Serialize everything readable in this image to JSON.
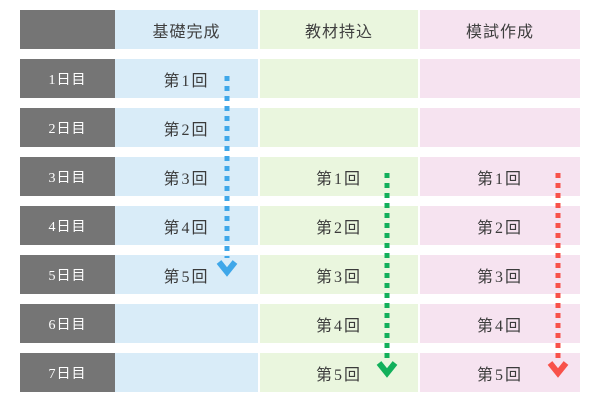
{
  "table": {
    "corner": "",
    "columns": [
      {
        "label": "基礎完成"
      },
      {
        "label": "教材持込"
      },
      {
        "label": "模試作成"
      }
    ],
    "rows": [
      {
        "label": "1日目",
        "cells": [
          "第1回",
          "",
          ""
        ]
      },
      {
        "label": "2日目",
        "cells": [
          "第2回",
          "",
          ""
        ]
      },
      {
        "label": "3日目",
        "cells": [
          "第3回",
          "第1回",
          "第1回"
        ]
      },
      {
        "label": "4日目",
        "cells": [
          "第4回",
          "第2回",
          "第2回"
        ]
      },
      {
        "label": "5日目",
        "cells": [
          "第5回",
          "第3回",
          "第3回"
        ]
      },
      {
        "label": "6日目",
        "cells": [
          "",
          "第4回",
          "第4回"
        ]
      },
      {
        "label": "7日目",
        "cells": [
          "",
          "第5回",
          "第5回"
        ]
      }
    ]
  },
  "arrows": [
    {
      "name": "foundation-progress-arrow",
      "column": "基礎完成",
      "from_day": "1日目",
      "to_day": "5日目",
      "color": "#3fa7e9"
    },
    {
      "name": "materials-progress-arrow",
      "column": "教材持込",
      "from_day": "3日目",
      "to_day": "7日目",
      "color": "#12b05b"
    },
    {
      "name": "mockexam-progress-arrow",
      "column": "模試作成",
      "from_day": "3日目",
      "to_day": "7日目",
      "color": "#f8524a"
    }
  ],
  "colors": {
    "row_label_bg": "#757575",
    "row_label_text": "#ffffff",
    "col_foundation_bg": "#d9ecf8",
    "col_materials_bg": "#eaf6de",
    "col_mockexam_bg": "#f6e3f0",
    "cell_text": "#3b3b3b",
    "arrow_blue": "#3fa7e9",
    "arrow_green": "#12b05b",
    "arrow_red": "#f8524a"
  }
}
